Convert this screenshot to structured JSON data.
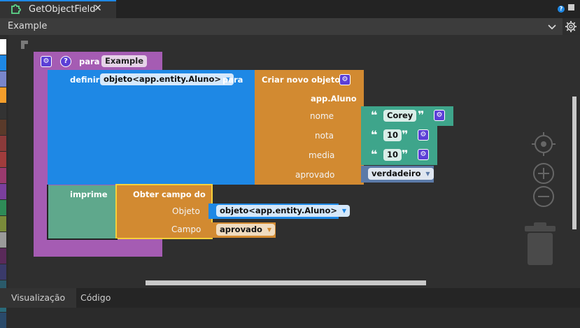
{
  "tab": {
    "title": "GetObjectField",
    "close": "✕"
  },
  "selector": {
    "value": "Example"
  },
  "palette_colors": [
    "#ffffff",
    "#1e88e5",
    "#7986cb",
    "#f59e2b",
    "#333333",
    "#5a3a2a",
    "#8b3a3a",
    "#a03c3c",
    "#9a3a6e",
    "#7b3f9e",
    "#2e8b57",
    "#7a8b3a",
    "#9a9a9a",
    "#5a2a5a",
    "#3a3a6a",
    "#2a5a6a",
    "#2a6a7a",
    "#2a4a6a"
  ],
  "blocks": {
    "procedure": {
      "keyword": "para",
      "name": "Example"
    },
    "define": {
      "keyword": "definir",
      "var": "objeto<app.entity.Aluno>",
      "para": "para"
    },
    "create": {
      "title": "Criar novo objeto",
      "class": "app.Aluno",
      "fields": [
        {
          "label": "nome",
          "value": "Corey"
        },
        {
          "label": "nota",
          "value": "10"
        },
        {
          "label": "media",
          "value": "10"
        },
        {
          "label": "aprovado",
          "value": "verdadeiro"
        }
      ],
      "quote_open": "❝",
      "quote_close": "❞"
    },
    "print": {
      "keyword": "imprime"
    },
    "getfield": {
      "title": "Obter campo do",
      "obj_label": "Objeto",
      "obj_value": "objeto<app.entity.Aluno>",
      "field_label": "Campo",
      "field_value": "aprovado"
    }
  },
  "bottom_tabs": {
    "vis": "Visualização",
    "code": "Código"
  }
}
